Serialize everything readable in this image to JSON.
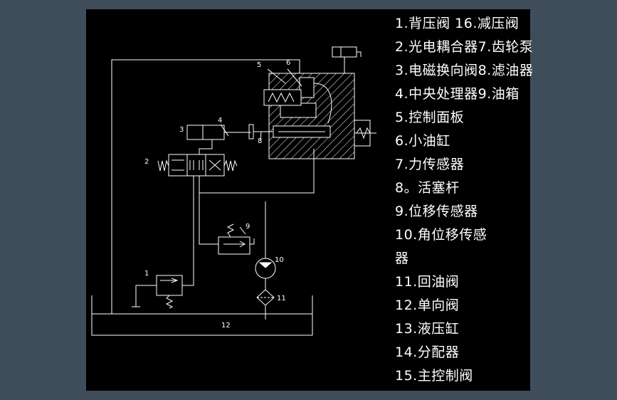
{
  "diagram": {
    "component_numbers": [
      "1",
      "2",
      "3",
      "4",
      "5",
      "6",
      "8",
      "9",
      "10",
      "11",
      "12"
    ],
    "legend": [
      "1.背压阀   16.减压阀",
      "2.光电耦合器7.齿轮泵",
      "3.电磁换向阀8.滤油器",
      "4.中央处理器9.油箱",
      "5.控制面板",
      "6.小油缸",
      "7.力传感器",
      "8。活塞杆",
      "9.位移传感器",
      "10.角位移传感",
      "器",
      "11.回油阀",
      "12.单向阀",
      "13.液压缸",
      "14.分配器",
      "15.主控制阀"
    ]
  },
  "colors": {
    "background": "#3f4d5b",
    "canvas": "#000000",
    "lines": "#ffffff"
  }
}
